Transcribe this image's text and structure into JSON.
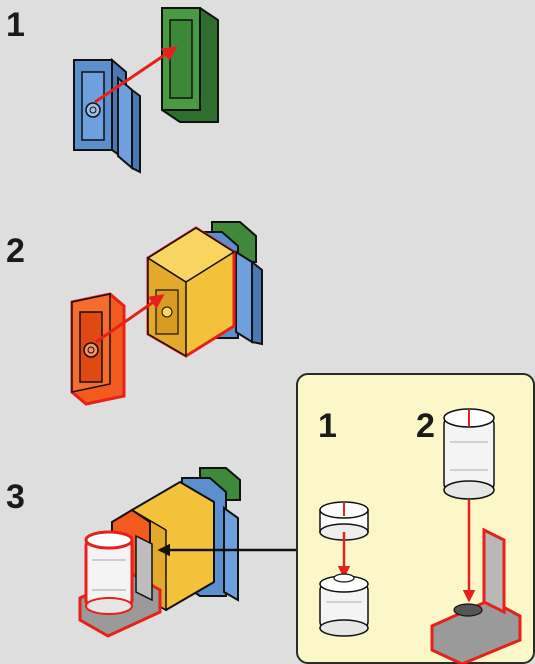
{
  "steps": [
    {
      "label": "1"
    },
    {
      "label": "2"
    },
    {
      "label": "3"
    }
  ],
  "callout": {
    "substeps": [
      {
        "label": "1"
      },
      {
        "label": "2"
      }
    ]
  },
  "colors": {
    "background": "#dedede",
    "blue": "#5b8fce",
    "green": "#3f8a3a",
    "yellow": "#f3c23a",
    "orange": "#f25a1e",
    "highlight": "#e8201a",
    "callout_bg": "#fbf7c8",
    "gray": "#9a9a9a"
  },
  "icons": [
    "plate-blue",
    "plate-green",
    "brick-yellow",
    "plate-orange",
    "bracket-gray",
    "round-brick-clear",
    "round-tile-white",
    "arrow-red",
    "arrow-black"
  ]
}
